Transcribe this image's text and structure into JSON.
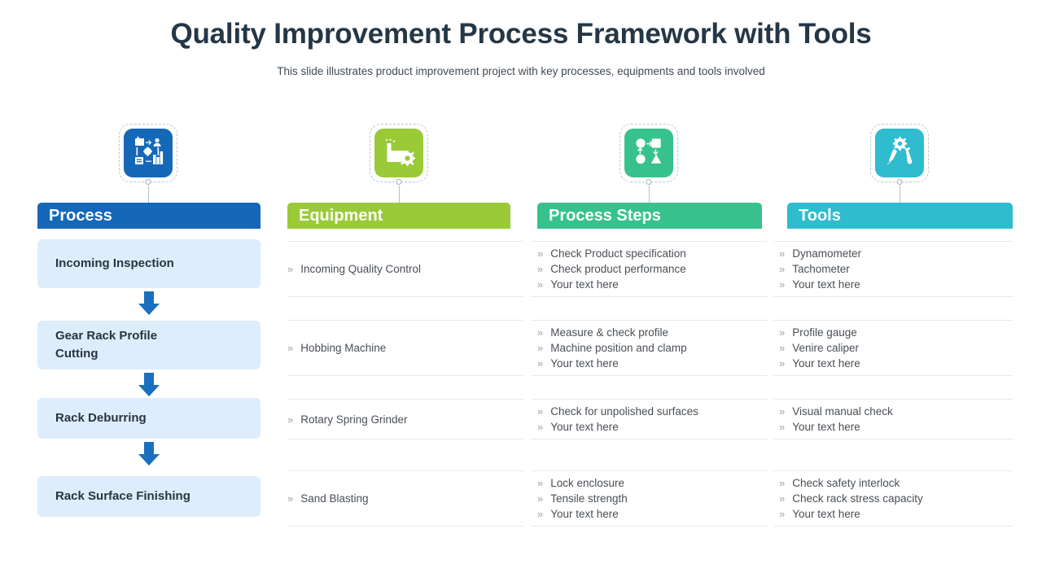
{
  "slide": {
    "title": "Quality Improvement Process Framework with Tools",
    "subtitle": "This slide illustrates product improvement project with key processes, equipments and tools involved"
  },
  "colors": {
    "process_blue": "#1568b8",
    "equipment_green": "#9aca38",
    "process_steps_teal": "#37c28d",
    "tools_cyan": "#2fbccf",
    "flow_box_fill": "#deedfb",
    "arrow_blue": "#1a6fc0",
    "title_text": "#253746",
    "body_text": "#4a4f55",
    "divider": "#e8e8e8"
  },
  "icons": [
    {
      "name": "process-workflow-icon",
      "color": "#1568b8"
    },
    {
      "name": "factory-gear-icon",
      "color": "#9aca38"
    },
    {
      "name": "flowchart-shapes-icon",
      "color": "#37c28d"
    },
    {
      "name": "tools-wrench-screwdriver-icon",
      "color": "#2fbccf"
    }
  ],
  "columns": [
    {
      "key": "process",
      "header": "Process",
      "color": "#1568b8"
    },
    {
      "key": "equipment",
      "header": "Equipment",
      "color": "#9aca38"
    },
    {
      "key": "process_steps",
      "header": "Process Steps",
      "color": "#37c28d"
    },
    {
      "key": "tools",
      "header": "Tools",
      "color": "#2fbccf"
    }
  ],
  "process_flow": {
    "steps": [
      "Incoming Inspection",
      "Gear Rack Profile Cutting",
      "Rack Deburring",
      "Rack Surface Finishing"
    ],
    "arrow_glyph": "down-arrow"
  },
  "bullet_symbol": "»",
  "rows": [
    {
      "equipment": [
        "Incoming Quality Control"
      ],
      "process_steps": [
        "Check Product specification",
        "Check product performance",
        "Your text here"
      ],
      "tools": [
        "Dynamometer",
        "Tachometer",
        "Your text here"
      ]
    },
    {
      "equipment": [
        "Hobbing Machine"
      ],
      "process_steps": [
        "Measure & check profile",
        "Machine position and clamp",
        "Your text here"
      ],
      "tools": [
        "Profile gauge",
        "Venire caliper",
        "Your text here"
      ]
    },
    {
      "equipment": [
        "Rotary Spring Grinder"
      ],
      "process_steps": [
        "Check for unpolished surfaces",
        "Your text here"
      ],
      "tools": [
        "Visual manual check",
        "Your text here"
      ]
    },
    {
      "equipment": [
        "Sand Blasting"
      ],
      "process_steps": [
        "Lock enclosure",
        "Tensile strength",
        "Your text here"
      ],
      "tools": [
        "Check safety interlock",
        "Check rack stress capacity",
        "Your text here"
      ]
    }
  ]
}
